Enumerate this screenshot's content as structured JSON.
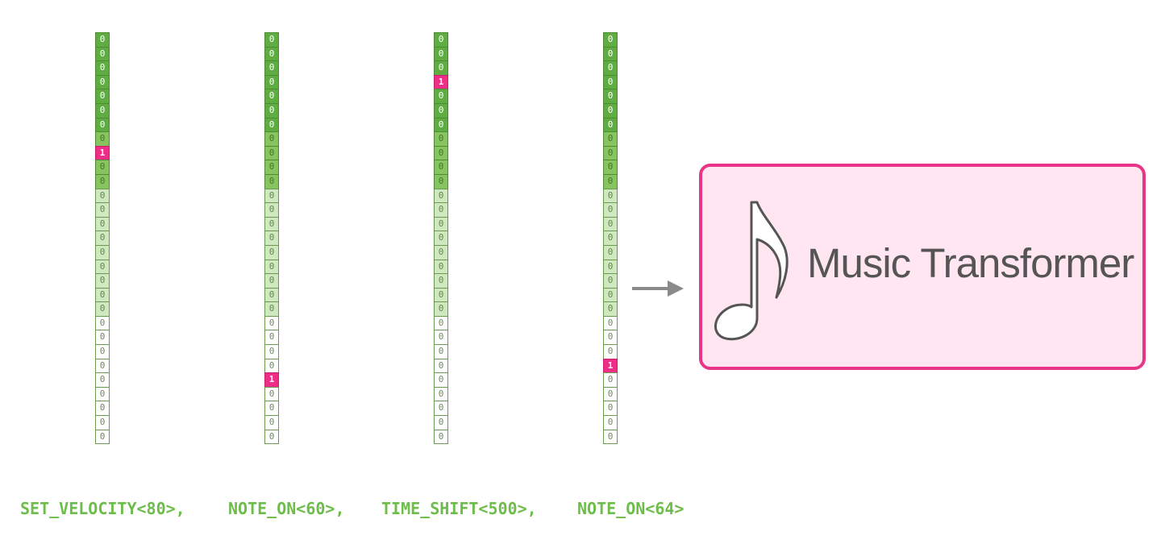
{
  "vectors": [
    {
      "token": "SET_VELOCITY<80>,",
      "values": [
        "0",
        "0",
        "0",
        "0",
        "0",
        "0",
        "0",
        "0",
        "1",
        "0",
        "0",
        "0",
        "0",
        "0",
        "0",
        "0",
        "0",
        "0",
        "0",
        "0",
        "0",
        "0",
        "0",
        "0",
        "0",
        "0",
        "0",
        "0",
        "0"
      ],
      "shades": [
        "d",
        "d",
        "d",
        "d",
        "d",
        "d",
        "d",
        "m",
        "hot",
        "m",
        "m",
        "l",
        "l",
        "l",
        "l",
        "l",
        "l",
        "l",
        "l",
        "l",
        "w",
        "w",
        "w",
        "w",
        "w",
        "w",
        "w",
        "w",
        "w"
      ]
    },
    {
      "token": "NOTE_ON<60>,",
      "values": [
        "0",
        "0",
        "0",
        "0",
        "0",
        "0",
        "0",
        "0",
        "0",
        "0",
        "0",
        "0",
        "0",
        "0",
        "0",
        "0",
        "0",
        "0",
        "0",
        "0",
        "0",
        "0",
        "0",
        "0",
        "1",
        "0",
        "0",
        "0",
        "0"
      ],
      "shades": [
        "d",
        "d",
        "d",
        "d",
        "d",
        "d",
        "d",
        "m",
        "m",
        "m",
        "m",
        "l",
        "l",
        "l",
        "l",
        "l",
        "l",
        "l",
        "l",
        "l",
        "w",
        "w",
        "w",
        "w",
        "hot",
        "w",
        "w",
        "w",
        "w"
      ]
    },
    {
      "token": "TIME_SHIFT<500>,",
      "values": [
        "0",
        "0",
        "0",
        "1",
        "0",
        "0",
        "0",
        "0",
        "0",
        "0",
        "0",
        "0",
        "0",
        "0",
        "0",
        "0",
        "0",
        "0",
        "0",
        "0",
        "0",
        "0",
        "0",
        "0",
        "0",
        "0",
        "0",
        "0",
        "0"
      ],
      "shades": [
        "d",
        "d",
        "d",
        "hot",
        "d",
        "d",
        "d",
        "m",
        "m",
        "m",
        "m",
        "l",
        "l",
        "l",
        "l",
        "l",
        "l",
        "l",
        "l",
        "l",
        "w",
        "w",
        "w",
        "w",
        "w",
        "w",
        "w",
        "w",
        "w"
      ]
    },
    {
      "token": "NOTE_ON<64>",
      "values": [
        "0",
        "0",
        "0",
        "0",
        "0",
        "0",
        "0",
        "0",
        "0",
        "0",
        "0",
        "0",
        "0",
        "0",
        "0",
        "0",
        "0",
        "0",
        "0",
        "0",
        "0",
        "0",
        "0",
        "1",
        "0",
        "0",
        "0",
        "0",
        "0"
      ],
      "shades": [
        "d",
        "d",
        "d",
        "d",
        "d",
        "d",
        "d",
        "m",
        "m",
        "m",
        "m",
        "l",
        "l",
        "l",
        "l",
        "l",
        "l",
        "l",
        "l",
        "l",
        "w",
        "w",
        "w",
        "hot",
        "w",
        "w",
        "w",
        "w",
        "w"
      ]
    }
  ],
  "model": {
    "title": "Music Transformer",
    "icon": "eighth-note-icon"
  },
  "colors": {
    "hot": "#ee2d86",
    "token_text": "#6dbd4a",
    "box_border": "#e83588",
    "box_fill": "#ffe6f0"
  }
}
